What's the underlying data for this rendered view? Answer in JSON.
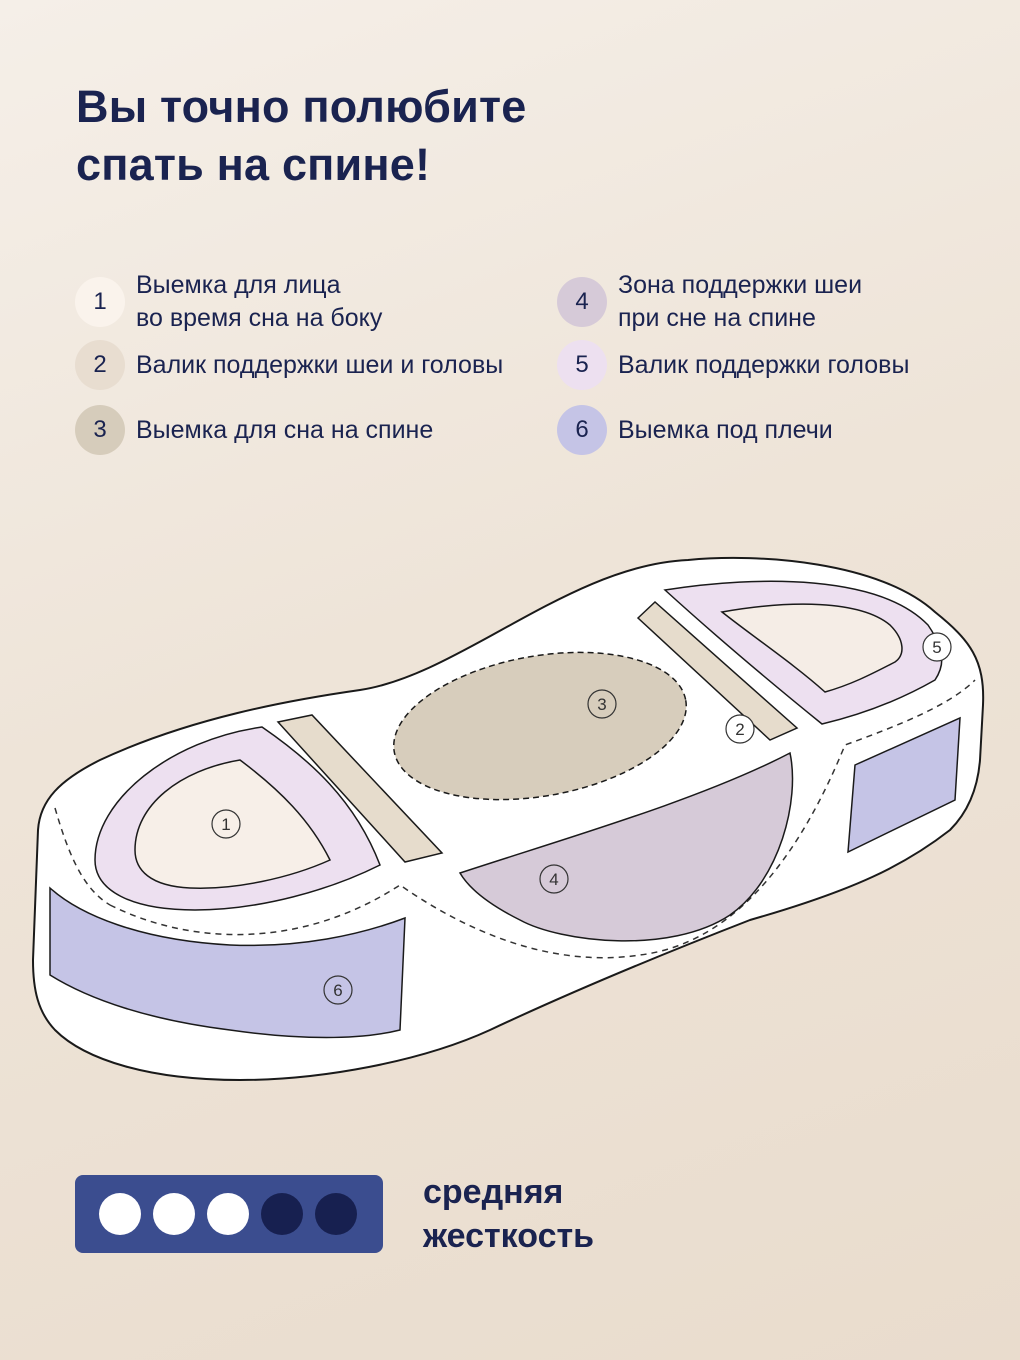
{
  "title": {
    "line1": "Вы точно полюбите",
    "line2": "спать на спине!"
  },
  "legend": [
    {
      "number": "1",
      "line1": "Выемка для лица",
      "line2": "во время сна на боку",
      "color": "#faf3ec"
    },
    {
      "number": "2",
      "line1": "Валик поддержки шеи и головы",
      "line2": "",
      "color": "#e8ddd0"
    },
    {
      "number": "3",
      "line1": "Выемка для сна на спине",
      "line2": "",
      "color": "#d6ccbb"
    },
    {
      "number": "4",
      "line1": "Зона поддержки шеи",
      "line2": "при сне на спине",
      "color": "#d6cad8"
    },
    {
      "number": "5",
      "line1": "Валик поддержки головы",
      "line2": "",
      "color": "#ede0f0"
    },
    {
      "number": "6",
      "line1": "Выемка под плечи",
      "line2": "",
      "color": "#c5c4e6"
    }
  ],
  "diagram_labels": {
    "zone1": "1",
    "zone2": "2",
    "zone3": "3",
    "zone4": "4",
    "zone5": "5",
    "zone6": "6"
  },
  "stiffness": {
    "label_line1": "средняя",
    "label_line2": "жесткость",
    "filled_level": 3,
    "total_levels": 5,
    "bar_color": "#3b4d8f",
    "filled_color": "#ffffff",
    "empty_color": "#172050"
  }
}
